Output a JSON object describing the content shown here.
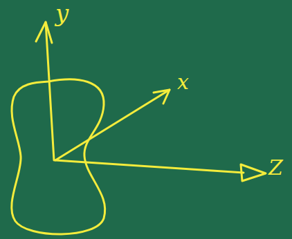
{
  "diagram": {
    "labels": [
      "y",
      "x",
      "Z"
    ]
  }
}
